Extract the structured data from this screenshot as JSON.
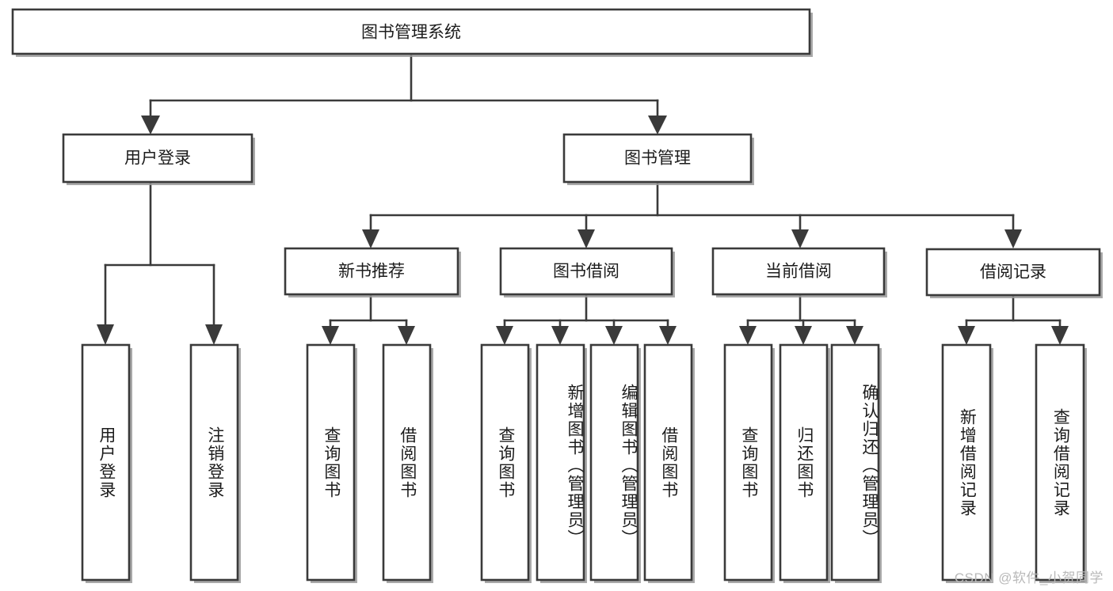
{
  "diagram": {
    "title": "图书管理系统",
    "type": "tree",
    "orientation": "top-down",
    "colors": {
      "box_fill": "#ffffff",
      "box_stroke": "#3a3a3a",
      "connector": "#3a3a3a",
      "text": "#1c1c1c",
      "watermark": "#b9b9b9",
      "background": "#ffffff"
    },
    "root": {
      "label": "图书管理系统",
      "level": 1
    },
    "level2": [
      {
        "label": "用户登录"
      },
      {
        "label": "图书管理"
      }
    ],
    "level3": [
      {
        "label": "新书推荐",
        "parent": "图书管理"
      },
      {
        "label": "图书借阅",
        "parent": "图书管理"
      },
      {
        "label": "当前借阅",
        "parent": "图书管理"
      },
      {
        "label": "借阅记录",
        "parent": "图书管理"
      }
    ],
    "leaves": [
      {
        "label": "用户登录",
        "parent": "用户登录",
        "orientation": "vertical"
      },
      {
        "label": "注销登录",
        "parent": "用户登录",
        "orientation": "vertical"
      },
      {
        "label": "查询图书",
        "parent": "新书推荐",
        "orientation": "vertical"
      },
      {
        "label": "借阅图书",
        "parent": "新书推荐",
        "orientation": "vertical"
      },
      {
        "label": "查询图书",
        "parent": "图书借阅",
        "orientation": "vertical"
      },
      {
        "label": "新增图书（管理员）",
        "parent": "图书借阅",
        "orientation": "vertical"
      },
      {
        "label": "编辑图书（管理员）",
        "parent": "图书借阅",
        "orientation": "vertical"
      },
      {
        "label": "借阅图书",
        "parent": "图书借阅",
        "orientation": "vertical"
      },
      {
        "label": "查询图书",
        "parent": "当前借阅",
        "orientation": "vertical"
      },
      {
        "label": "归还图书",
        "parent": "当前借阅",
        "orientation": "vertical"
      },
      {
        "label": "确认归还（管理员）",
        "parent": "当前借阅",
        "orientation": "vertical"
      },
      {
        "label": "新增借阅记录",
        "parent": "借阅记录",
        "orientation": "vertical"
      },
      {
        "label": "查询借阅记录",
        "parent": "借阅记录",
        "orientation": "vertical"
      }
    ]
  },
  "watermark": {
    "text": "CSDN @软件_小贺同学"
  }
}
